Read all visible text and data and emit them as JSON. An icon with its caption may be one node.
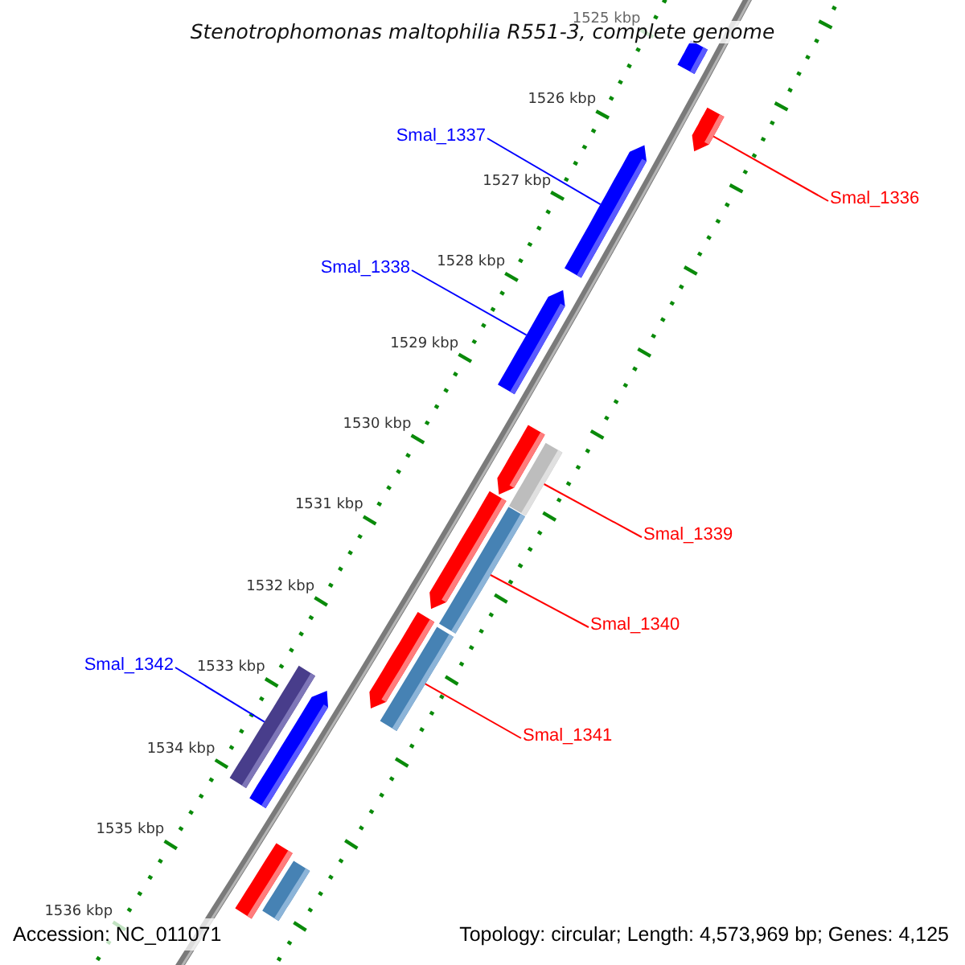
{
  "diagram": {
    "title": "Stenotrophomonas maltophilia R551-3, complete genome",
    "nodes": [
      {
        "text": [],
        "shape": "arrow"
      },
      {
        "text": [
          "Smal_1337"
        ]
      },
      {
        "text": [],
        "shape": "arrow"
      },
      {
        "text": [
          "Smal_1336"
        ]
      },
      {
        "text": [
          "Smal_1338"
        ]
      },
      {
        "text": [],
        "shape": "arrow"
      },
      {
        "text": [],
        "shape": "bar"
      },
      {
        "text": [
          "Smal_1339"
        ]
      },
      {
        "text": [],
        "shape": "bar"
      },
      {
        "text": [
          "Smal_1340"
        ]
      },
      {
        "text": [
          "Smal_1342"
        ]
      },
      {
        "text": [],
        "shape": "bar"
      },
      {
        "text": [],
        "shape": "bar"
      },
      {
        "text": [
          "Smal_1341"
        ]
      },
      {
        "text": [],
        "shape": "bar"
      },
      {
        "text": [],
        "shape": "arrow"
      },
      {
        "text": [],
        "shape": "arrow"
      },
      {
        "text": [],
        "shape": "arrow"
      },
      {
        "text": [],
        "shape": "arrow"
      },
      {
        "text": [],
        "shape": "bar"
      },
      {
        "text": [],
        "shape": "bar"
      }
    ],
    "edges": [
      {
        "from": 1,
        "to": 2,
        "arrow": "none",
        "color": "#0000ff"
      },
      {
        "from": 3,
        "to": 0,
        "arrow": "none"
      },
      {
        "from": 4,
        "to": 5,
        "arrow": "none",
        "color": "#0000ff"
      },
      {
        "from": 7,
        "to": 6,
        "arrow": "none"
      },
      {
        "from": 9,
        "to": 8,
        "arrow": "none"
      },
      {
        "from": 10,
        "to": 11,
        "arrow": "none",
        "color": "#0000ff"
      },
      {
        "from": 13,
        "to": 12,
        "arrow": "none"
      }
    ],
    "labels": [
      "1525 kbp",
      "1526 kbp",
      "1527 kbp",
      "1528 kbp",
      "1529 kbp",
      "1530 kbp",
      "1531 kbp",
      "1532 kbp",
      "1533 kbp",
      "1534 kbp",
      "1535 kbp",
      "1536 kbp",
      "Accession: NC_011071",
      "Topology: circular; Length: 4,573,969 bp; Genes: 4,125"
    ]
  }
}
